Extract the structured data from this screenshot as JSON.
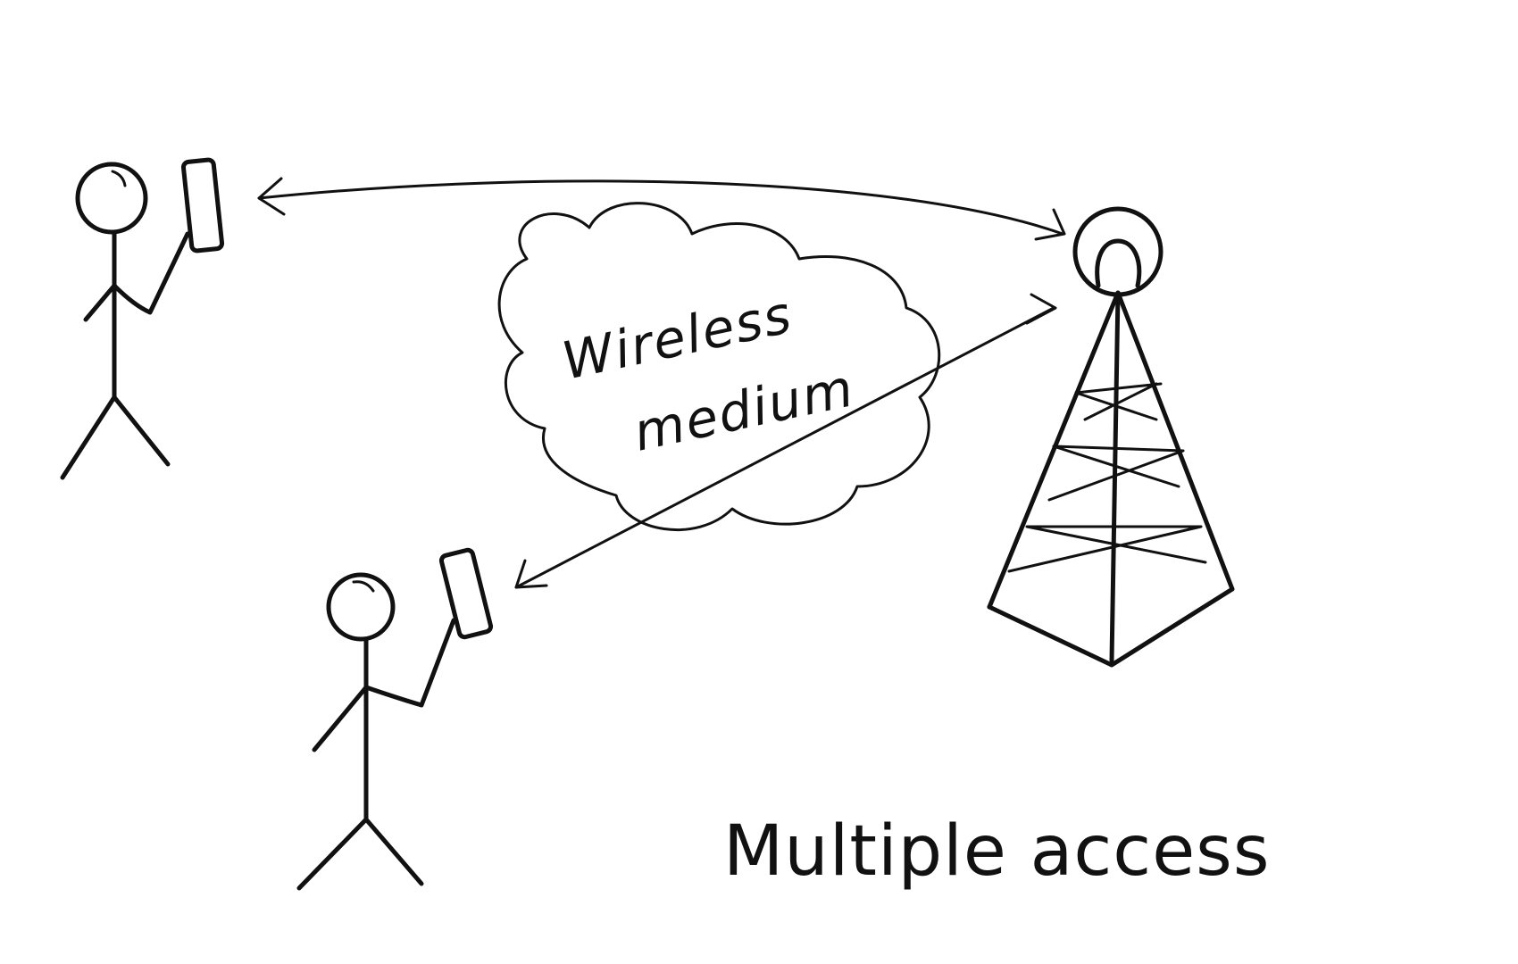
{
  "diagram": {
    "cloud_label_line1": "Wireless",
    "cloud_label_line2": "medium",
    "caption": "Multiple access",
    "ink_color": "#111111",
    "background_color": "#ffffff"
  }
}
